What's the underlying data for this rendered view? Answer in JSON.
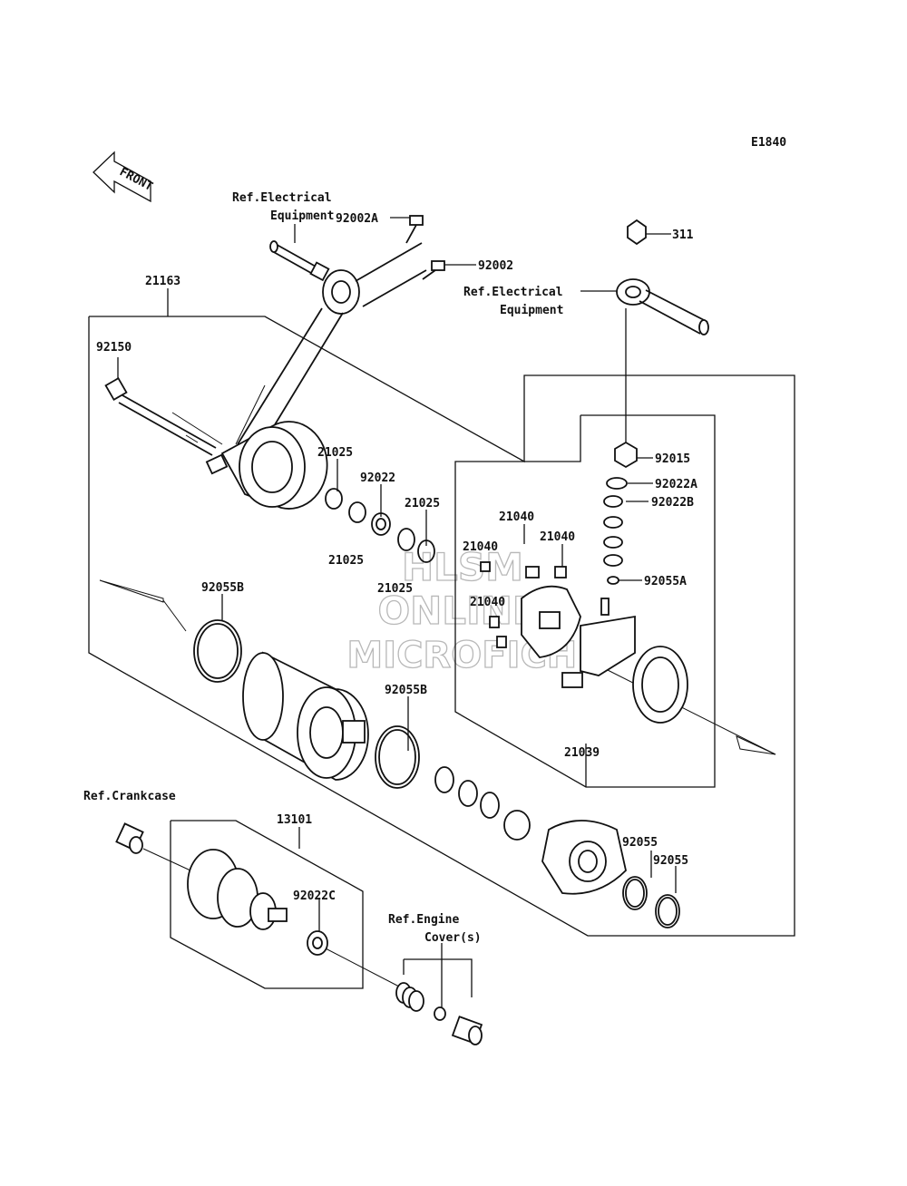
{
  "diagram": {
    "figure_code": "E1840",
    "front_label": "FRONT",
    "watermark": [
      "HLSM",
      "ONLINE",
      "MICROFICHE"
    ],
    "refs": {
      "electrical_1": [
        "Ref.Electrical",
        "Equipment"
      ],
      "electrical_2": [
        "Ref.Electrical",
        "Equipment"
      ],
      "crankcase": "Ref.Crankcase",
      "engine_cover": [
        "Ref.Engine",
        "Cover(s)"
      ]
    },
    "parts": {
      "p21163": "21163",
      "p92150": "92150",
      "p92002A": "92002A",
      "p92002": "92002",
      "p311": "311",
      "p92015": "92015",
      "p92022A": "92022A",
      "p92022B": "92022B",
      "p92055A": "92055A",
      "p21025_a": "21025",
      "p92022": "92022",
      "p21025_b": "21025",
      "p21025_c": "21025",
      "p21025_d": "21025",
      "p21040_a": "21040",
      "p21040_b": "21040",
      "p21040_c": "21040",
      "p21040_d": "21040",
      "p92055B_a": "92055B",
      "p92055B_b": "92055B",
      "p21039": "21039",
      "p13101": "13101",
      "p92022C": "92022C",
      "p92055_a": "92055",
      "p92055_b": "92055"
    }
  }
}
